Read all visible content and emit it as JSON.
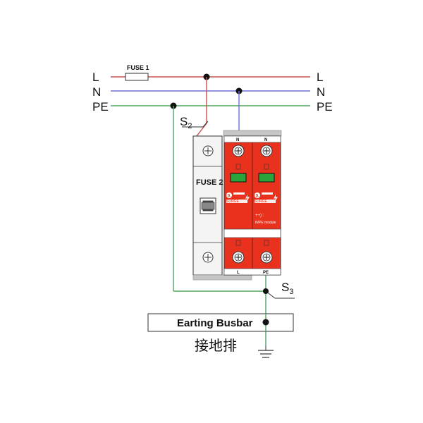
{
  "lines": {
    "left": [
      "L",
      "N",
      "PE"
    ],
    "right": [
      "L",
      "N",
      "PE"
    ],
    "colors": {
      "L": "#c8504c",
      "N": "#6f6fd6",
      "PE": "#4fa65a"
    }
  },
  "fuse1_label": "FUSE 1",
  "fuse2_label": "FUSE 2",
  "s2": {
    "main": "S",
    "sub": "2"
  },
  "s3": {
    "main": "S",
    "sub": "3"
  },
  "spd": {
    "top_terminals": [
      "N",
      "N"
    ],
    "bottom_terminals": [
      "L",
      "PE"
    ],
    "brand": "SURGE",
    "module_text": "N/PE module",
    "module_symbol": "++) :",
    "body_color": "#e8321e"
  },
  "busbar_label": "Earting Busbar",
  "busbar_cn": "接地排"
}
